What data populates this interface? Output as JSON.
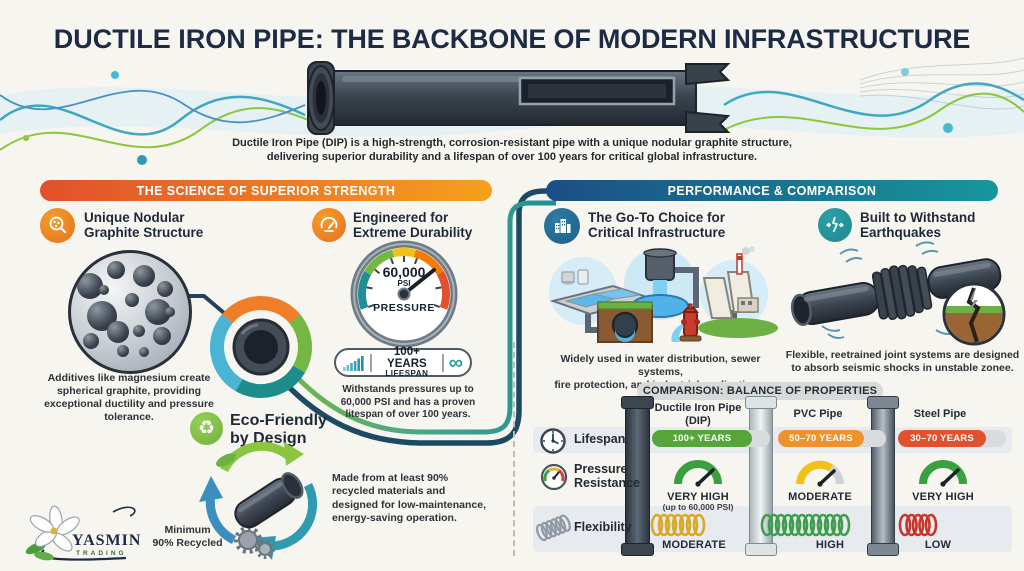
{
  "header": {
    "title_strong": "DUCTILE IRON PIPE:",
    "title_rest": " THE BACKBONE OF MODERN INFRASTRUCTURE",
    "subtitle_line1": "Ductile Iron Pipe (DIP) is a high-strength, corrosion-resistant pipe with a unique nodular graphite structure,",
    "subtitle_line2": "delivering superior durability and a lifespan of over 100 years for critical global infrastructure."
  },
  "science_section": {
    "banner": "THE SCIENCE OF SUPERIOR STRENGTH",
    "graphite": {
      "heading_line1": "Unique Nodular",
      "heading_line2": "Graphite Structure",
      "caption": "Additives like magnesium create spherical graphite, providing exceptional ductility and pressure tolerance."
    },
    "durability": {
      "heading_line1": "Engineered for",
      "heading_line2": "Extreme Durability",
      "gauge_value": "60,000",
      "gauge_unit": "PSI",
      "gauge_caption": "PRESSURE",
      "lifespan_value": "100+ YEARS",
      "lifespan_label": "LIFESPAN",
      "caption": "Withstands pressures up to 60,000 PSI and has a proven litespan of over 100 years."
    },
    "eco": {
      "heading_line1": "Eco-Friendly",
      "heading_line2": "by Design",
      "recycled_line1": "Minimum",
      "recycled_line2": "90% Recycled",
      "caption": "Made from at least 90% recycled materials and designed for low-maintenance, energy-saving operation."
    }
  },
  "performance_section": {
    "banner": "PERFORMANCE & COMPARISON",
    "infrastructure": {
      "heading_line1": "The Go-To Choice for",
      "heading_line2": "Critical Infrastructure",
      "caption_line1": "Widely used in water distribution, sewer systems,",
      "caption_line2": "fire protection, and industrial applications."
    },
    "earthquake": {
      "heading_line1": "Built to Withstand",
      "heading_line2": "Earthquakes",
      "caption_line1": "Flexible, reetrained joint systems are designed",
      "caption_line2": "to absorb seismic shocks in unstable zonee."
    }
  },
  "comparison": {
    "title": "COMPARISON: BALANCE OF PROPERTIES",
    "columns": [
      {
        "line1": "Ductile Iron Pipe",
        "line2": "(DIP)"
      },
      {
        "line1": "PVC Pipe",
        "line2": ""
      },
      {
        "line1": "Steel Pipe",
        "line2": ""
      }
    ],
    "lifespan": {
      "label": "Lifespan",
      "dip": "100+ YEARS",
      "pvc": "50–70 YEARS",
      "steel": "30–70 YEARS"
    },
    "pressure": {
      "label_line1": "Pressure",
      "label_line2": "Resistance",
      "dip": "VERY HIGH",
      "dip_note": "(up to 60,000 PSI)",
      "pvc": "MODERATE",
      "steel": "VERY HIGH"
    },
    "flexibility": {
      "label": "Flexibility",
      "dip": "MODERATE",
      "pvc": "HIGH",
      "steel": "LOW"
    }
  },
  "logo": {
    "name": "YASMIN",
    "tagline": "TRADING"
  },
  "icons": {
    "infinity": "∞",
    "recycle": "♻"
  },
  "colors": {
    "science_banner_start": "#e2502c",
    "science_banner_end": "#f5a01d",
    "performance_banner_start": "#1c4e85",
    "performance_banner_end": "#17969c",
    "lifespan_dip": "#56a53a",
    "lifespan_pvc": "#f0922b",
    "lifespan_steel": "#e2502c",
    "accent_teal": "#2f9bb0",
    "accent_green": "#8cc63f",
    "title_navy": "#1d2b45"
  }
}
